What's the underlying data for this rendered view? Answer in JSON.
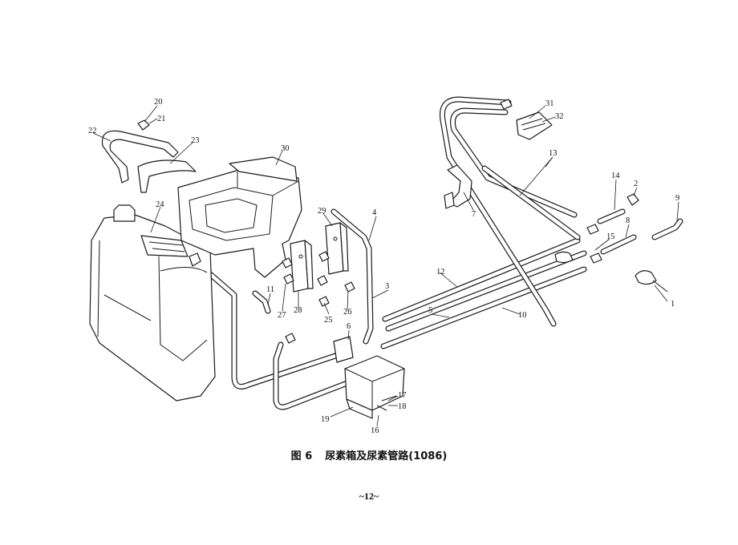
{
  "figure": {
    "callouts": [
      "1",
      "2",
      "3",
      "4",
      "5",
      "6",
      "7",
      "8",
      "9",
      "10",
      "11",
      "12",
      "13",
      "14",
      "15",
      "16",
      "17",
      "18",
      "19",
      "20",
      "21",
      "22",
      "23",
      "24",
      "25",
      "26",
      "27",
      "28",
      "29",
      "30",
      "31",
      "32"
    ],
    "caption_label": "图 6",
    "caption_title": "尿素箱及尿素管路(1086)"
  },
  "page": {
    "number": "~12~"
  }
}
